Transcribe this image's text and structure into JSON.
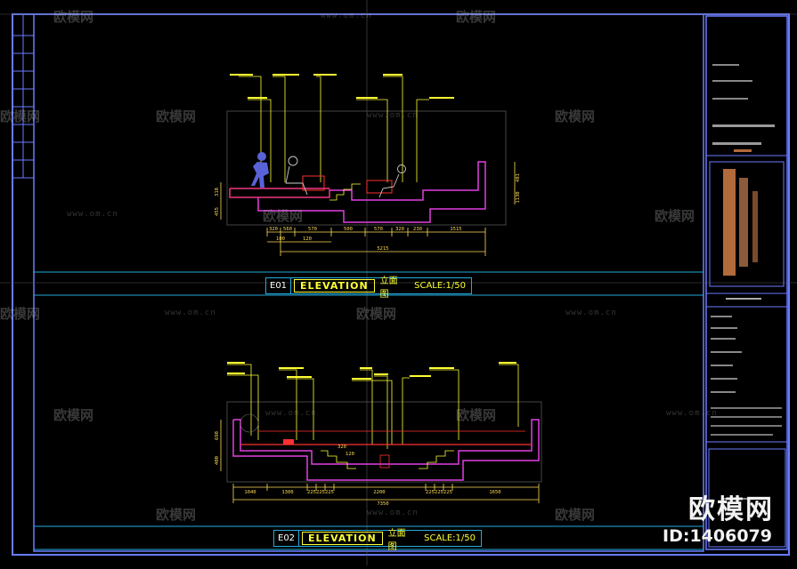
{
  "elevation_e01": {
    "code": "E01",
    "label": "ELEVATION",
    "label_cn": "立面图",
    "scale": "SCALE:1/50",
    "dims_bottom": [
      "320",
      "560",
      "570",
      "500",
      "570",
      "320",
      "230",
      "1515"
    ],
    "dims_sub": [
      "100",
      "120"
    ],
    "total": "5215",
    "dims_left": [
      "318",
      "455"
    ],
    "dims_right": [
      "481",
      "1130"
    ]
  },
  "elevation_e02": {
    "code": "E02",
    "label": "ELEVATION",
    "label_cn": "立面图",
    "scale": "SCALE:1/50",
    "dims_bottom": [
      "1040",
      "1300",
      "225",
      "225",
      "225",
      "2200",
      "225",
      "225",
      "225",
      "1650"
    ],
    "total": "7350",
    "dims_left": [
      "698",
      "400"
    ],
    "dims_inner": [
      "320",
      "120"
    ]
  },
  "watermark": {
    "brand": "欧模网",
    "url": "www.om.cn",
    "corner_logo": "欧模网",
    "corner_id": "ID:1406079"
  },
  "colors": {
    "frame": "#6a7cff",
    "line": "#ffff33",
    "section": "#e040e0",
    "cut": "#ff3030",
    "accent": "#22aadd",
    "dim": "#ffdd55"
  }
}
